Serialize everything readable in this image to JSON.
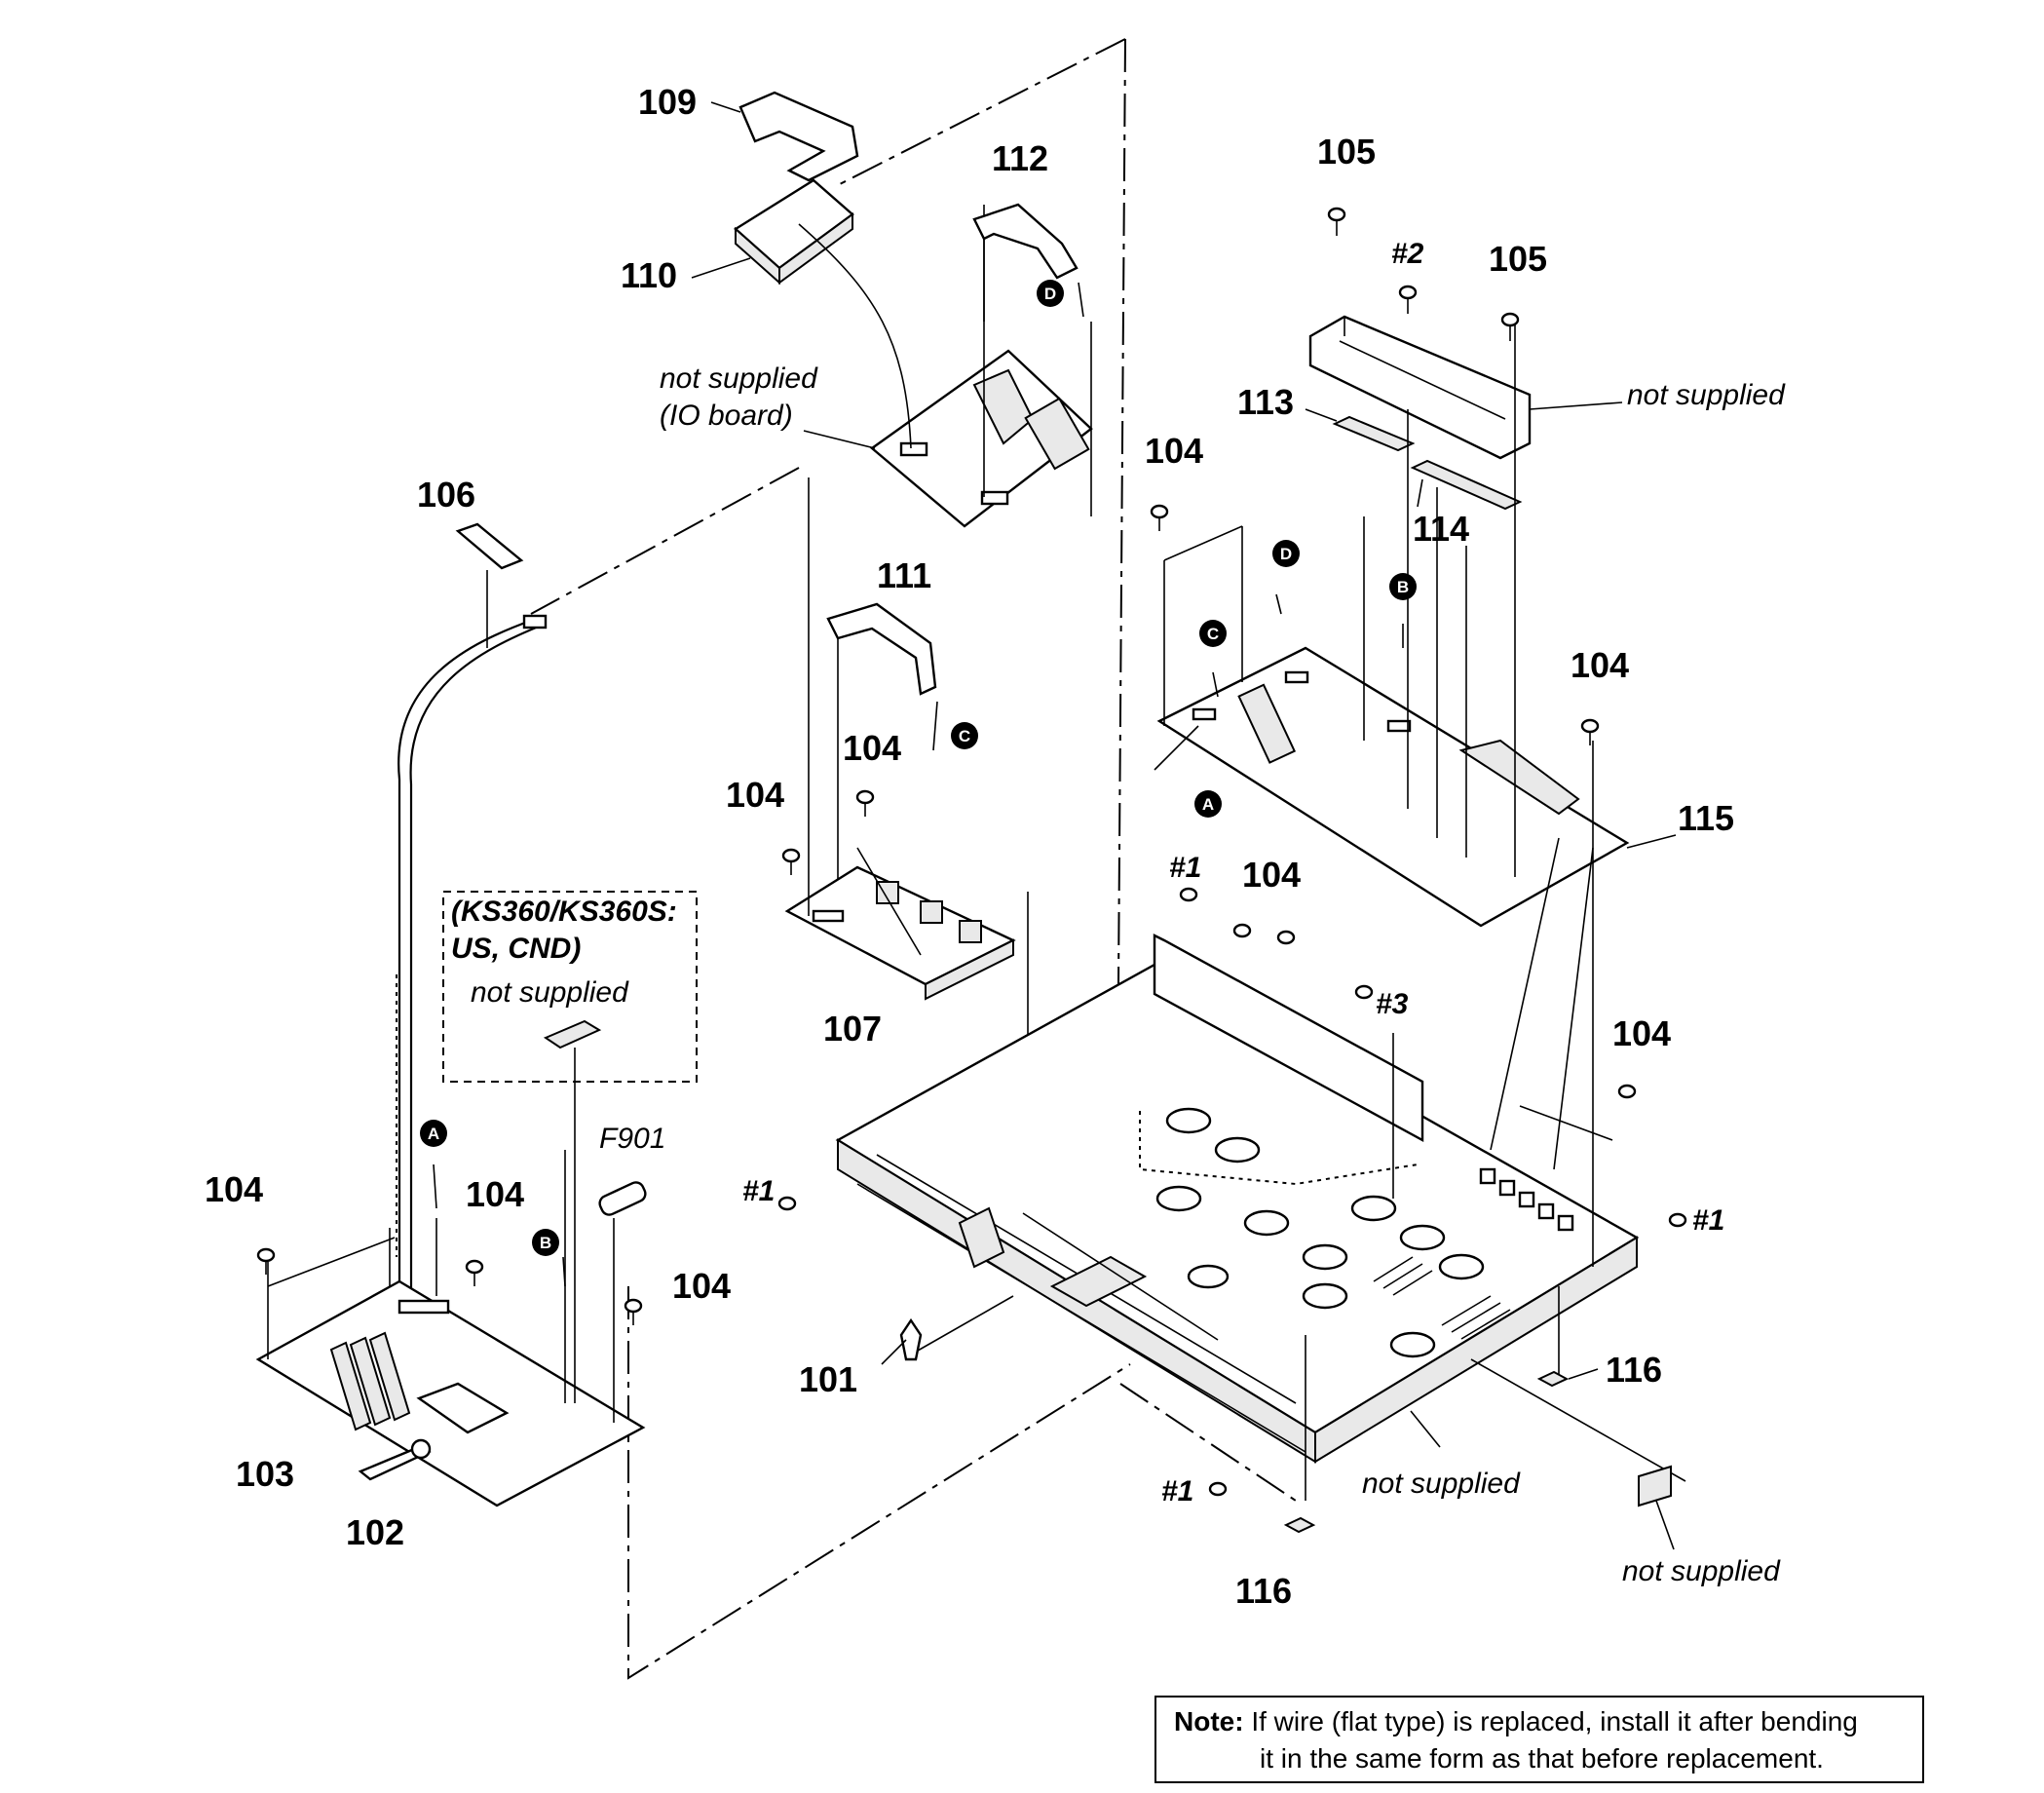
{
  "parts": {
    "p101": "101",
    "p102": "102",
    "p103": "103",
    "p104": "104",
    "p105": "105",
    "p106": "106",
    "p107": "107",
    "p109": "109",
    "p110": "110",
    "p111": "111",
    "p112": "112",
    "p113": "113",
    "p114": "114",
    "p115": "115",
    "p116": "116",
    "f901": "F901"
  },
  "screws": {
    "s1": "#1",
    "s2": "#2",
    "s3": "#3"
  },
  "markers": {
    "a": "A",
    "b": "B",
    "c": "C",
    "d": "D"
  },
  "annotations": {
    "not_supplied": "not supplied",
    "io_board": "(IO board)",
    "model_line1": "(KS360/KS360S:",
    "model_line2": "US, CND)"
  },
  "note": {
    "label": "Note:",
    "line1": "If wire (flat type) is replaced, install it after bending",
    "line2": "it in the same form as that before replacement."
  }
}
